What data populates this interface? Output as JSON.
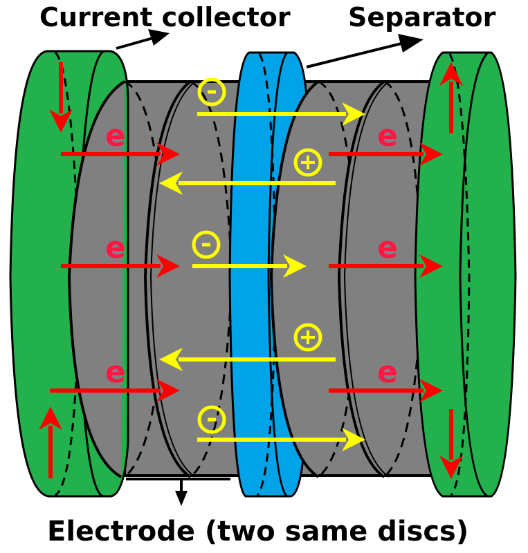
{
  "title_labels": {
    "current_collector": "Current collector",
    "separator": "Separator",
    "electrode": "Electrode (two same discs)"
  },
  "symbols": {
    "electron": "e",
    "anion": "-",
    "cation": "+"
  },
  "colors": {
    "collector": "#22b14c",
    "electrode": "#808080",
    "separator": "#00a2e8",
    "electron_arrow": "#ff0000",
    "electron_text": "#ff1744",
    "ion": "#ffff00",
    "outline": "#000000"
  },
  "components": [
    {
      "name": "left current collector",
      "type": "collector"
    },
    {
      "name": "left electrode disc",
      "type": "electrode"
    },
    {
      "name": "separator",
      "type": "separator"
    },
    {
      "name": "right electrode disc",
      "type": "electrode"
    },
    {
      "name": "right current collector",
      "type": "collector"
    }
  ],
  "flows": {
    "electron_rows": 3,
    "ion_arrows": [
      {
        "ion": "anion",
        "direction": "right"
      },
      {
        "ion": "cation",
        "direction": "left"
      },
      {
        "ion": "anion",
        "direction": "right"
      },
      {
        "ion": "cation",
        "direction": "left"
      },
      {
        "ion": "anion",
        "direction": "right"
      }
    ],
    "left_collector_arrows": [
      "down",
      "up"
    ],
    "right_collector_arrows": [
      "up",
      "down"
    ]
  }
}
